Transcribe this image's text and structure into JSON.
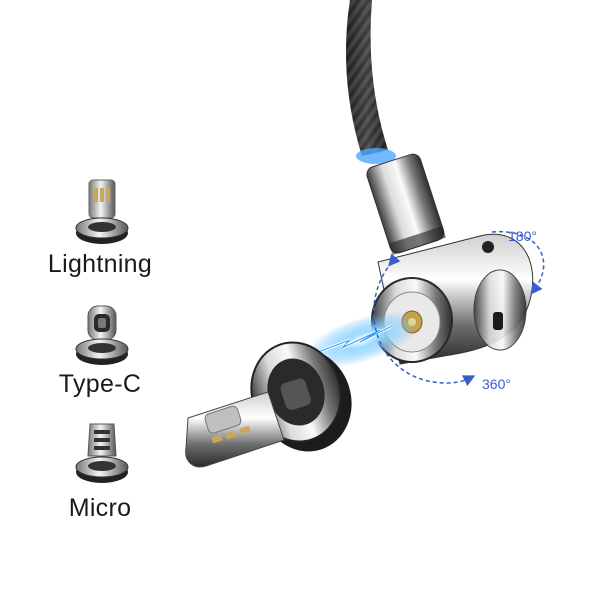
{
  "connectors": [
    {
      "label": "Lightning",
      "icon": "lightning-tip-icon"
    },
    {
      "label": "Type-C",
      "icon": "type-c-tip-icon"
    },
    {
      "label": "Micro",
      "icon": "micro-usb-tip-icon"
    }
  ],
  "rotation": {
    "vertical_label": "180°",
    "horizontal_label": "360°",
    "arrow_color": "#3a5ccf"
  },
  "colors": {
    "cable_braid": "#2b2b2b",
    "metal_light": "#e8e8e8",
    "metal_dark": "#4a4a4a",
    "spark_blue": "#4fb6ff"
  }
}
